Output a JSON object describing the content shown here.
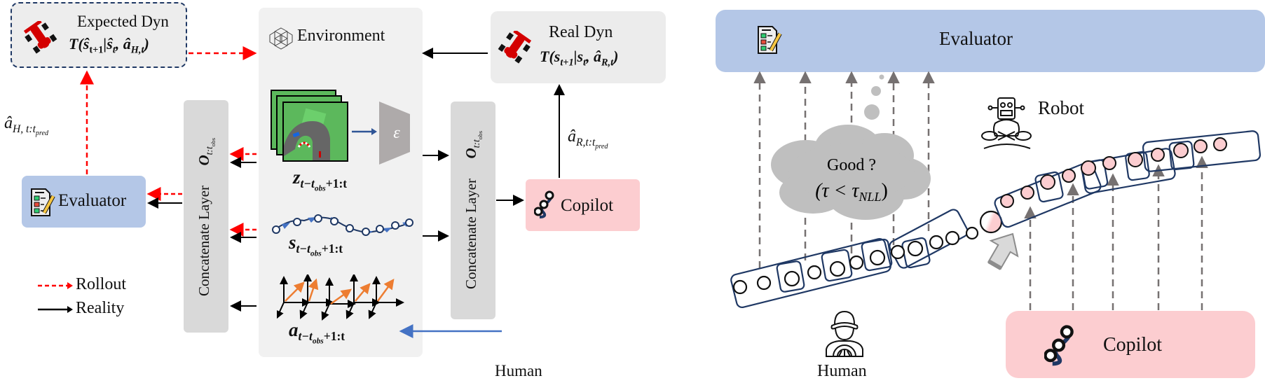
{
  "left_panel": {
    "expected_dyn": {
      "title": "Expected Dyn",
      "formula": "T(ŝ_{t+1}|ŝ_t, â_{H,t})",
      "formula_main": "T(ŝ",
      "formula_sub1": "t+1",
      "formula_mid": "|ŝ",
      "formula_sub2": "t",
      "formula_mid2": ", â",
      "formula_sub3": "H,t",
      "formula_end": ")"
    },
    "environment": {
      "title": "Environment"
    },
    "real_dyn": {
      "title": "Real Dyn",
      "formula_main": "T(s",
      "formula_sub1": "t+1",
      "formula_mid": "|s",
      "formula_sub2": "t",
      "formula_mid2": ", â",
      "formula_sub3": "R,t",
      "formula_end": ")"
    },
    "evaluator": {
      "label": "Evaluator"
    },
    "copilot": {
      "label": "Copilot"
    },
    "concat_left": {
      "label": "Concatenate Layer",
      "obs_main": "O",
      "obs_sub": "t:t",
      "obs_subsub": "obs"
    },
    "concat_right": {
      "label": "Concatenate Layer",
      "obs_main": "O",
      "obs_sub": "t:t",
      "obs_subsub": "obs"
    },
    "human_pred_action": {
      "main": "â",
      "sub": "H, t:t",
      "subsub": "pred"
    },
    "robot_pred_action": {
      "main": "â",
      "sub": "R,t:t",
      "subsub": "pred"
    },
    "z_label": {
      "main": "z",
      "sub": "t−t",
      "subsub": "obs",
      "tail": "+1:t"
    },
    "s_label": {
      "main": "s",
      "sub": "t−t",
      "subsub": "obs",
      "tail": "+1:t"
    },
    "a_label": {
      "main": "a",
      "sub": "t−t",
      "subsub": "obs",
      "tail": "+1:t"
    },
    "encoder_symbol": "ε",
    "human_label": "Human",
    "legend": [
      {
        "label": "Rollout",
        "style": "dashed",
        "color": "#ff0000"
      },
      {
        "label": "Reality",
        "style": "solid",
        "color": "#000000"
      }
    ]
  },
  "right_panel": {
    "evaluator": {
      "label": "Evaluator"
    },
    "robot": {
      "label": "Robot"
    },
    "thought": {
      "line1": "Good ?",
      "line2_main": "(τ < τ",
      "line2_sub": "NLL",
      "line2_end": ")"
    },
    "human": {
      "label": "Human"
    },
    "copilot": {
      "label": "Copilot"
    }
  },
  "colors": {
    "evaluator_bg": "#b4c7e7",
    "copilot_bg": "#fccdd0",
    "panel_gray": "#ececec",
    "env_gray": "#f1f1f1",
    "concat_gray": "#d9d9d9",
    "rollout_red": "#ff0000",
    "navy": "#1f3864",
    "blue_arrow": "#4472c4",
    "orange": "#ed7d31",
    "thought_gray": "#bfbfbf"
  }
}
